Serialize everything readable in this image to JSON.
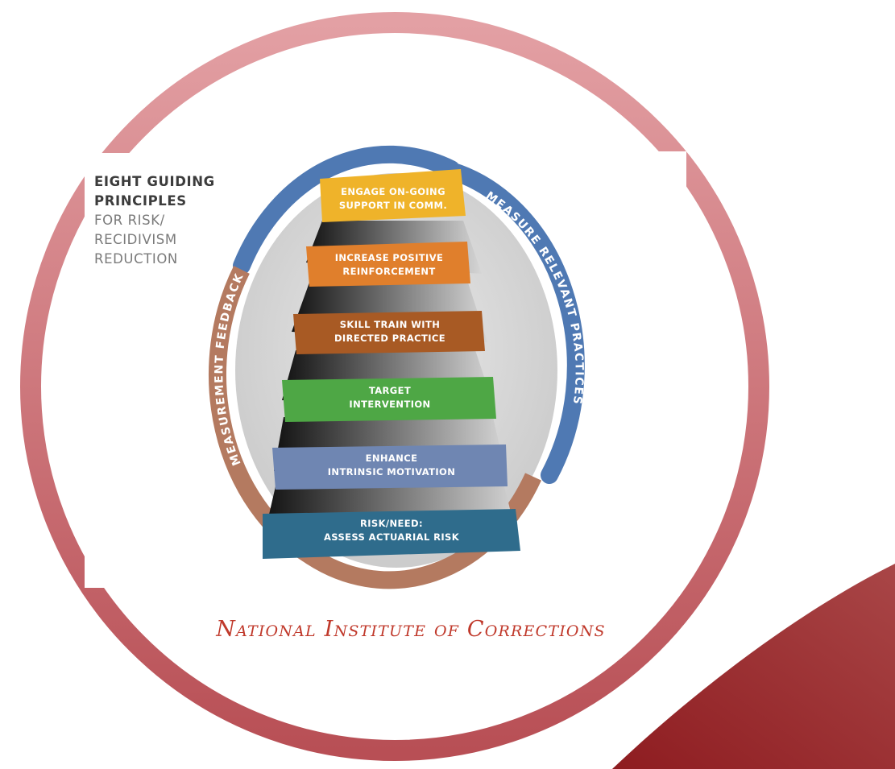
{
  "title": {
    "line1": "EIGHT GUIDING",
    "line2": "PRINCIPLES",
    "line3": "FOR RISK/",
    "line4": "RECIDIVISM",
    "line5": "REDUCTION"
  },
  "arc_labels": {
    "left": "MEASUREMENT FEEDBACK",
    "right": "MEASURE RELEVANT PRACTICES"
  },
  "steps": [
    {
      "line1": "ENGAGE ON-GOING",
      "line2": "SUPPORT IN COMM.",
      "color": "#efb32a"
    },
    {
      "line1": "INCREASE POSITIVE",
      "line2": "REINFORCEMENT",
      "color": "#e07f2c"
    },
    {
      "line1": "SKILL TRAIN WITH",
      "line2": "DIRECTED PRACTICE",
      "color": "#a85a24"
    },
    {
      "line1": "TARGET",
      "line2": "INTERVENTION",
      "color": "#4ea745"
    },
    {
      "line1": "ENHANCE",
      "line2": "INTRINSIC MOTIVATION",
      "color": "#6f86b2"
    },
    {
      "line1": "RISK/NEED:",
      "line2": "ASSESS ACTUARIAL RISK",
      "color": "#2f6c8c"
    }
  ],
  "footer": {
    "org": "National Institute of Corrections"
  },
  "colors": {
    "ring": "#cb6f73",
    "blue_arc": "#4f79b3",
    "brown_arc": "#b47a60",
    "oval_fill": "#dcdcdc",
    "swoosh": "#a8383b"
  }
}
